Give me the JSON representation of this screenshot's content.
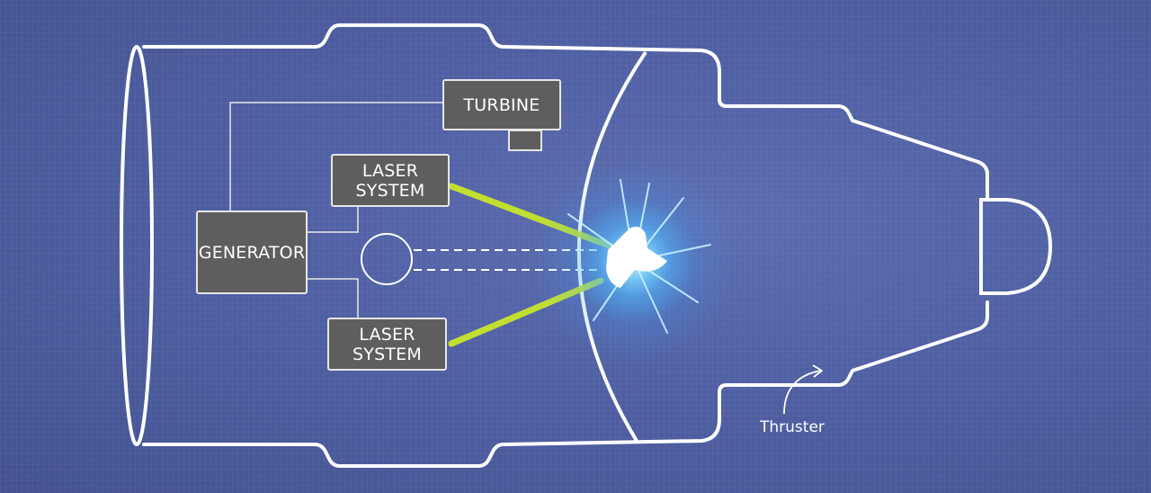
{
  "diagram": {
    "components": {
      "turbine": "TURBINE",
      "laser_top": "LASER\nSYSTEM",
      "laser_bottom": "LASER\nSYSTEM",
      "generator": "GENERATOR"
    },
    "annotation": "Thruster"
  },
  "colors": {
    "background": "#4f5fa3",
    "outline": "#ffffff",
    "box_fill": "#5e5e5e",
    "laser_beam": "#c8e62a",
    "glow": "#4fc3ff"
  }
}
